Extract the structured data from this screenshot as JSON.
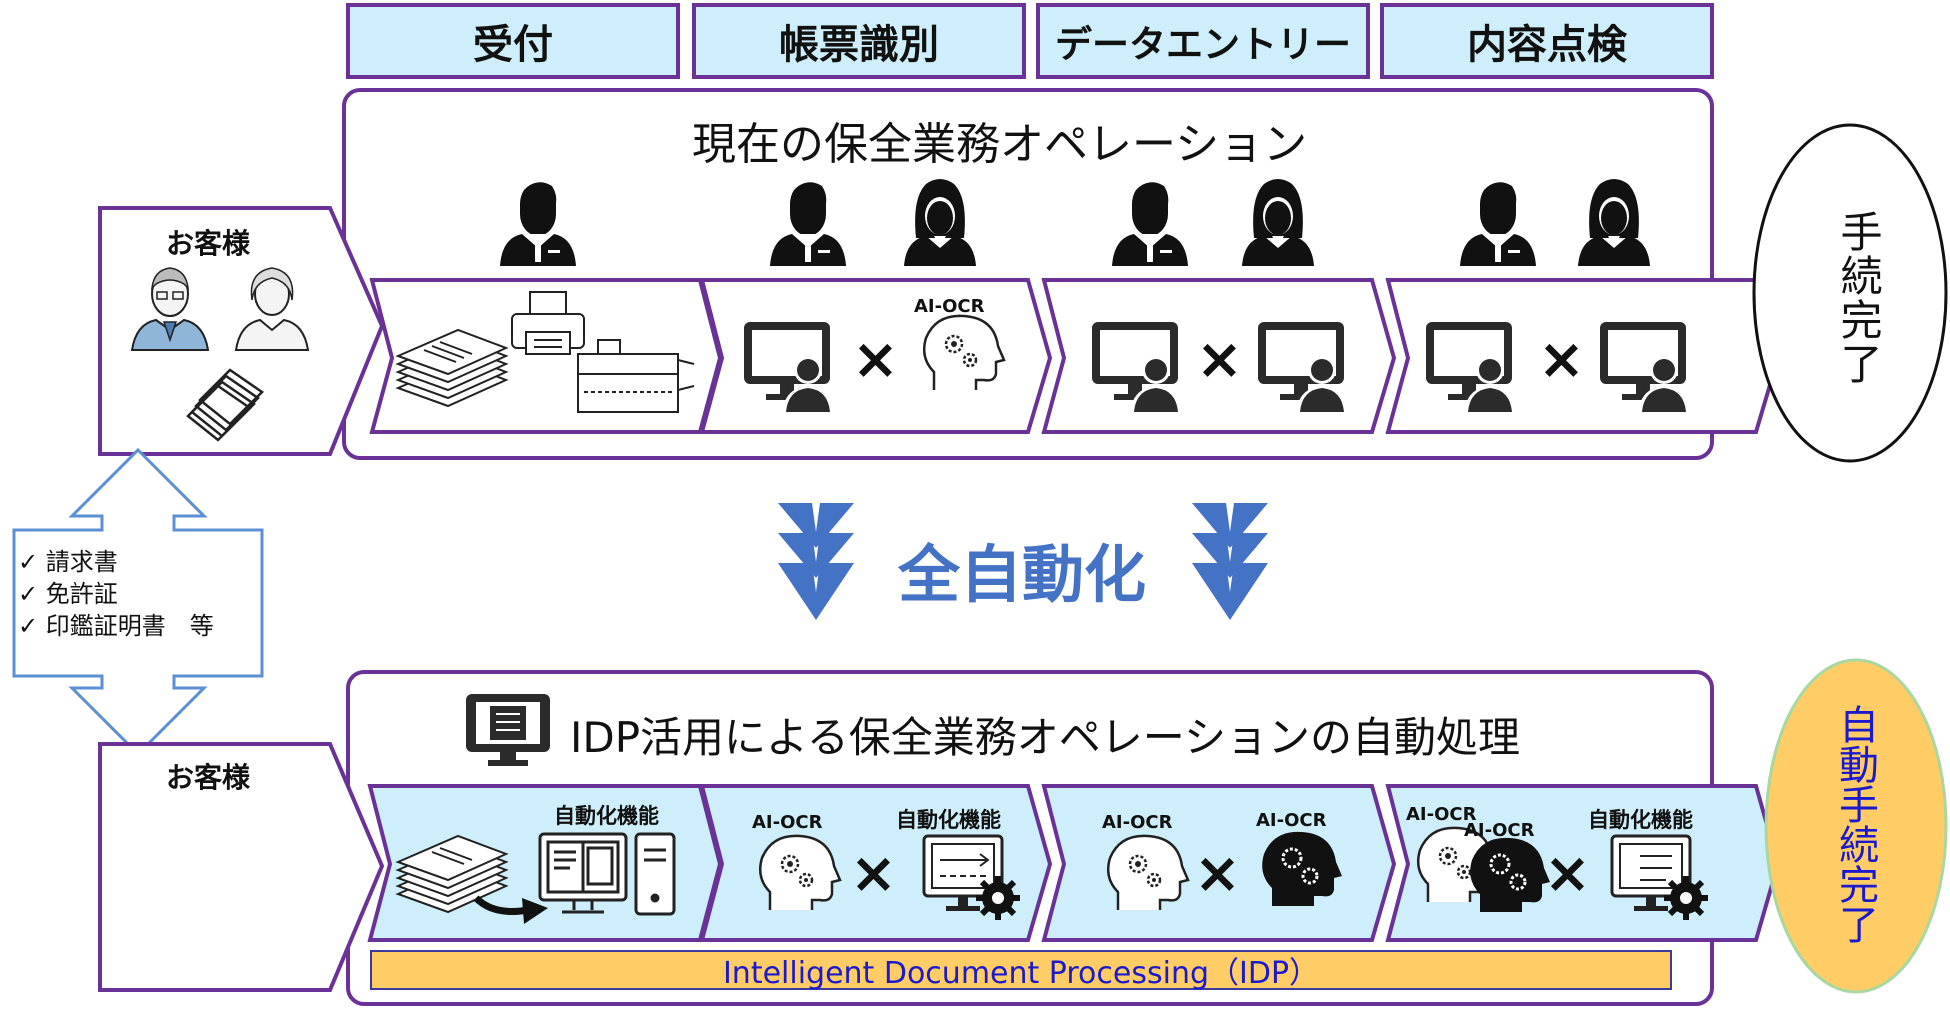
{
  "phases": [
    "受付",
    "帳票識別",
    "データエントリー",
    "内容点検"
  ],
  "current": {
    "title": "現在の保全業務オペレーション",
    "ai_ocr_label": "AI-OCR",
    "times": "×",
    "end_label": "手続完了"
  },
  "customer_label": "お客様",
  "documents": [
    "✓ 請求書",
    "✓ 免許証",
    "✓ 印鑑証明書　等"
  ],
  "automation_label": "全自動化",
  "future": {
    "title": "IDP活用による保全業務オペレーションの自動処理",
    "auto_func_label": "自動化機能",
    "ai_ocr_label": "AI-OCR",
    "times": "×",
    "idp_bar": "Intelligent Document Processing（IDP）",
    "end_label": "自動手続完了"
  },
  "colors": {
    "frame": "#6a3297",
    "phase_fill": "#cdeefa",
    "step_fill": "#cdeefa",
    "accent_blue": "#4472c4",
    "idp_bar": "#ffcc66",
    "end_ellipse": "#ffcc66",
    "end_text": "#1a1acc"
  }
}
